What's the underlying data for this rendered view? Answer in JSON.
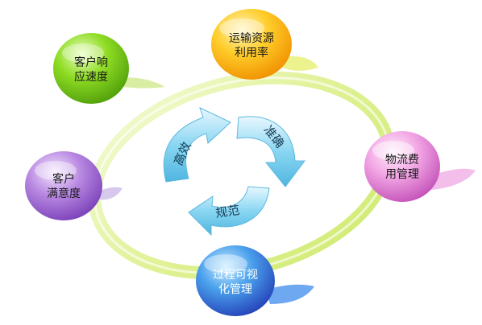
{
  "nodes": {
    "customer_response_speed": {
      "lines": [
        "客户响",
        "应速度"
      ],
      "color": "#7ccf1e"
    },
    "transport_resource_utilization": {
      "lines": [
        "运输资源",
        "利用率"
      ],
      "color": "#ffc21a"
    },
    "logistics_cost_management": {
      "lines": [
        "物流费",
        "用管理"
      ],
      "color": "#e98ad8"
    },
    "process_visual_management": {
      "lines": [
        "过程可视",
        "化管理"
      ],
      "color": "#3b7de0"
    },
    "customer_satisfaction": {
      "lines": [
        "客户",
        "满意度"
      ],
      "color": "#a779d6"
    }
  },
  "cycle": {
    "efficiency": "高效",
    "accuracy": "准确",
    "standardization": "规范",
    "arrow_color": "#7fd0ee"
  },
  "ring_color": "#d8ef86"
}
